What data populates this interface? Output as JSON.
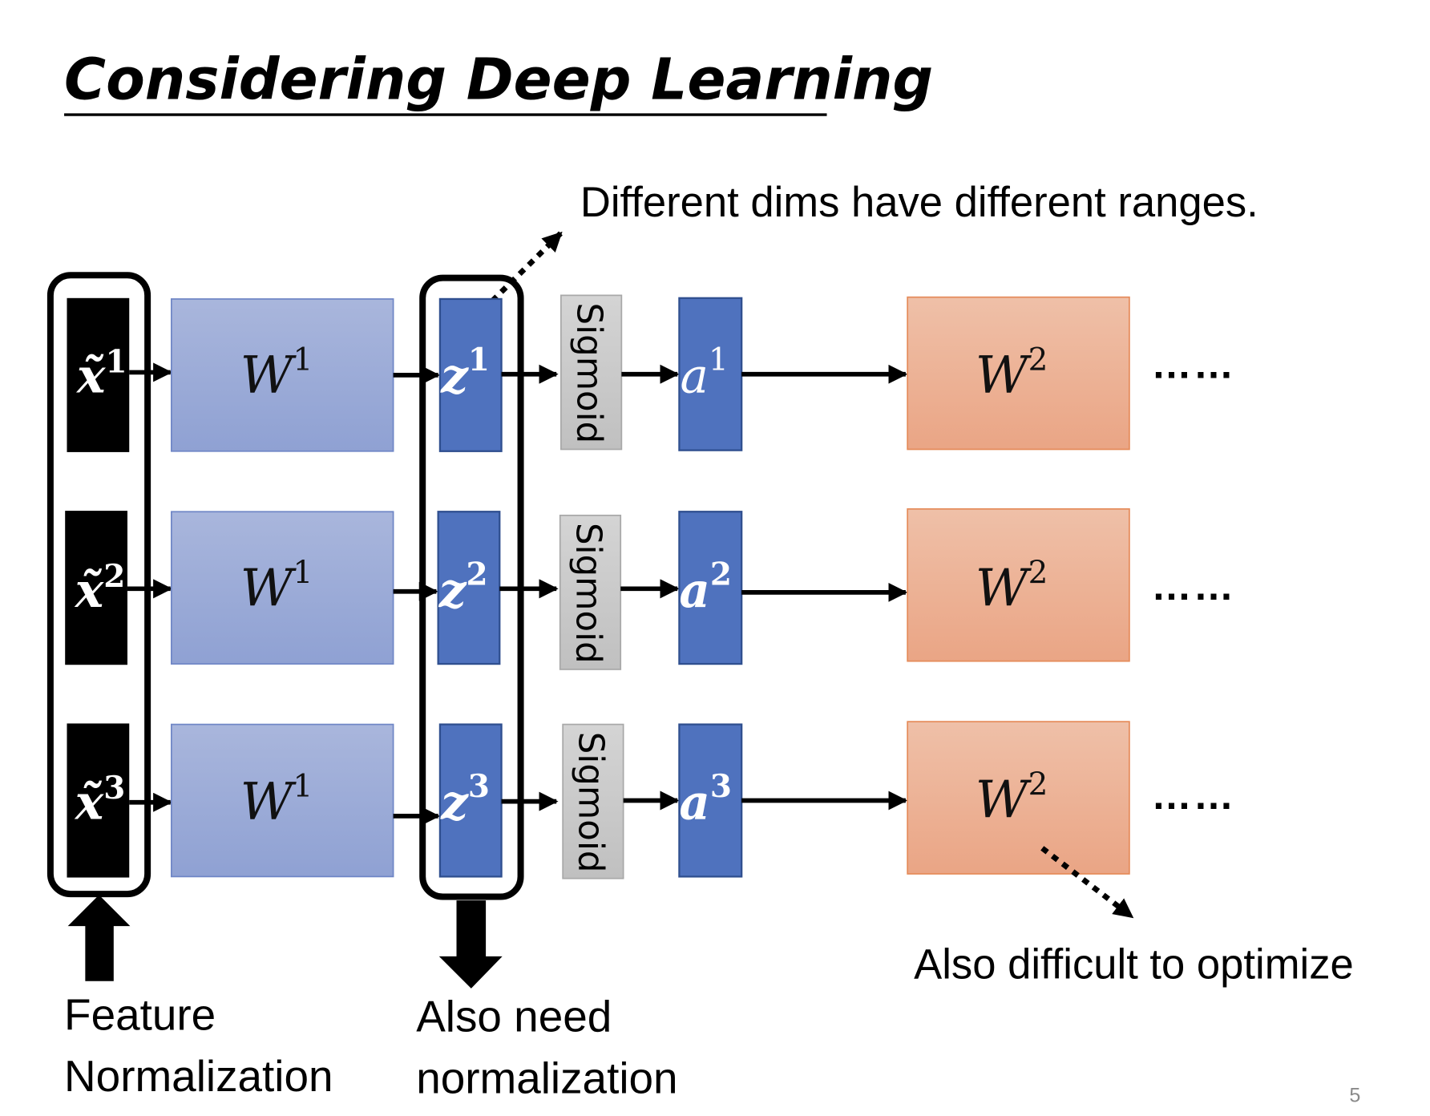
{
  "slide": {
    "title": "Considering Deep Learning",
    "page_number": "5"
  },
  "annotations": {
    "top": "Different dims have different ranges.",
    "bottom_right": "Also difficult to optimize",
    "feature_norm_line1": "Feature",
    "feature_norm_line2": "Normalization",
    "also_need_line1": "Also need",
    "also_need_line2": "normalization"
  },
  "diagram": {
    "rows": [
      {
        "x_label": "x̃",
        "x_sup": "1",
        "w1_label": "W",
        "w1_sup": "1",
        "z_label": "z",
        "z_sup": "1",
        "sigmoid": "Sigmoid",
        "a_label": "a",
        "a_sup": "1",
        "w2_label": "W",
        "w2_sup": "2",
        "continuation": "……"
      },
      {
        "x_label": "x̃",
        "x_sup": "2",
        "w1_label": "W",
        "w1_sup": "1",
        "z_label": "z",
        "z_sup": "2",
        "sigmoid": "Sigmoid",
        "a_label": "a",
        "a_sup": "2",
        "w2_label": "W",
        "w2_sup": "2",
        "continuation": "……"
      },
      {
        "x_label": "x̃",
        "x_sup": "3",
        "w1_label": "W",
        "w1_sup": "1",
        "z_label": "z",
        "z_sup": "3",
        "sigmoid": "Sigmoid",
        "a_label": "a",
        "a_sup": "3",
        "w2_label": "W",
        "w2_sup": "2",
        "continuation": "……"
      }
    ],
    "colors": {
      "input_box": "#000000",
      "w1_top": "#a9b6dc",
      "w1_bottom": "#8fa1d3",
      "w1_border": "#6f86c6",
      "z_box": "#4f72be",
      "z_border": "#2f4f8f",
      "sigmoid_top": "#d4d4d4",
      "sigmoid_bottom": "#c0c0c0",
      "sigmoid_border": "#a8a8a8",
      "w2_top": "#efc0a8",
      "w2_bottom": "#eaa585",
      "w2_border": "#e58b5a"
    }
  }
}
